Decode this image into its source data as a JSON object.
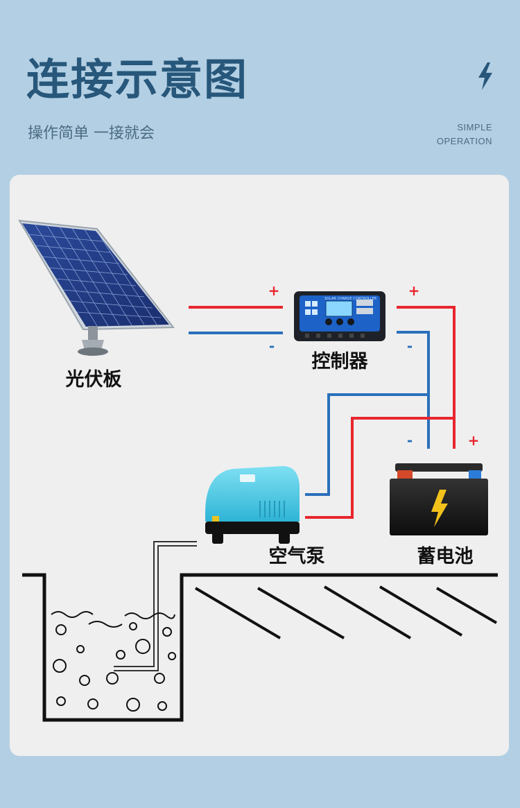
{
  "header": {
    "title": "连接示意图",
    "subtitle": "操作简单 一接就会",
    "tagline_line1": "SIMPLE",
    "tagline_line2": "OPERATION",
    "icon": "lightning-bolt-icon"
  },
  "diagram": {
    "solar_panel_label": "光伏板",
    "controller_label": "控制器",
    "controller_screen_text": "SOLAR CHARGE CONTROLLER",
    "air_pump_label": "空气泵",
    "battery_label": "蓄电池",
    "plus_sign": "+",
    "minus_sign": "-"
  },
  "colors": {
    "background": "#b3cfe3",
    "title": "#27577a",
    "card": "#efefef",
    "positive_wire": "#e8262e",
    "negative_wire": "#2a70bb"
  }
}
